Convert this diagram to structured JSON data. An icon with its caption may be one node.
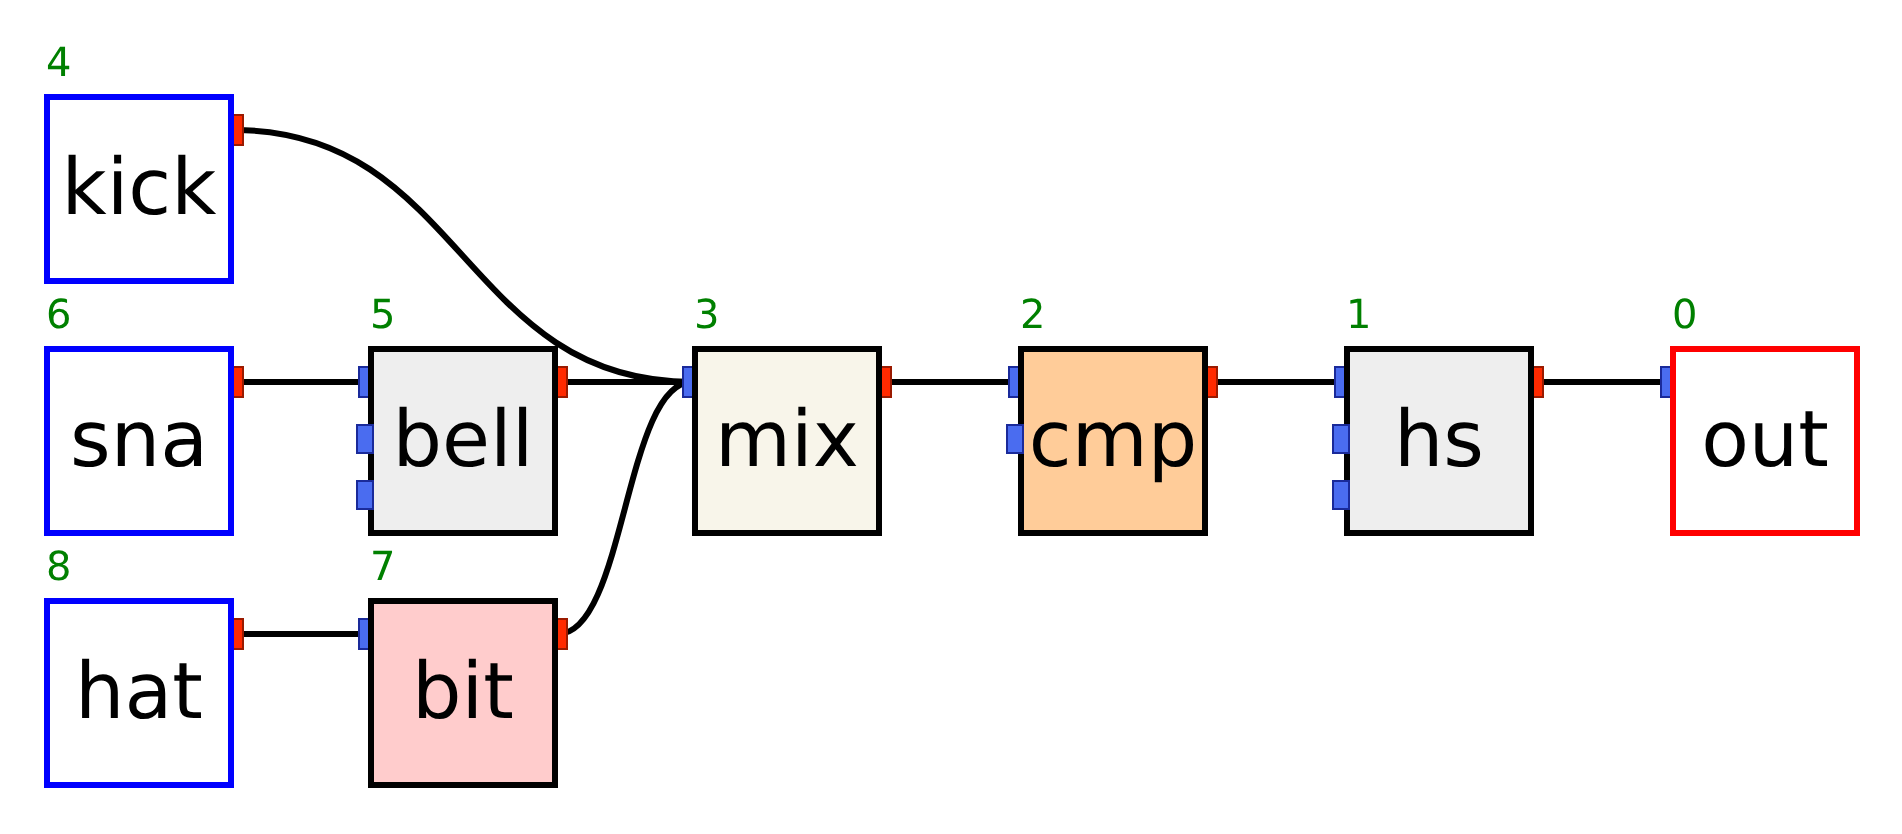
{
  "diagram": {
    "nodes": [
      {
        "text": [
          "kick"
        ],
        "beside": [
          "4"
        ]
      },
      {
        "text": [
          "sna"
        ],
        "beside": [
          "6"
        ]
      },
      {
        "text": [
          "bell"
        ],
        "beside": [
          "5"
        ]
      },
      {
        "text": [
          "mix"
        ],
        "beside": [
          "3"
        ]
      },
      {
        "text": [
          "cmp"
        ],
        "beside": [
          "2"
        ]
      },
      {
        "text": [
          "hs"
        ],
        "beside": [
          "1"
        ]
      },
      {
        "text": [
          "out"
        ],
        "beside": [
          "0"
        ]
      },
      {
        "text": [
          "hat"
        ],
        "beside": [
          "8"
        ]
      },
      {
        "text": [
          "bit"
        ],
        "beside": [
          "7"
        ]
      }
    ],
    "edges": [
      {
        "from": 0,
        "to": 3,
        "arrow": "other"
      },
      {
        "from": 1,
        "to": 2,
        "arrow": "other"
      },
      {
        "from": 2,
        "to": 3,
        "arrow": "other"
      },
      {
        "from": 7,
        "to": 8,
        "arrow": "other"
      },
      {
        "from": 8,
        "to": 3,
        "arrow": "other"
      },
      {
        "from": 3,
        "to": 4,
        "arrow": "other"
      },
      {
        "from": 4,
        "to": 5,
        "arrow": "other"
      },
      {
        "from": 5,
        "to": 6,
        "arrow": "other"
      }
    ]
  }
}
